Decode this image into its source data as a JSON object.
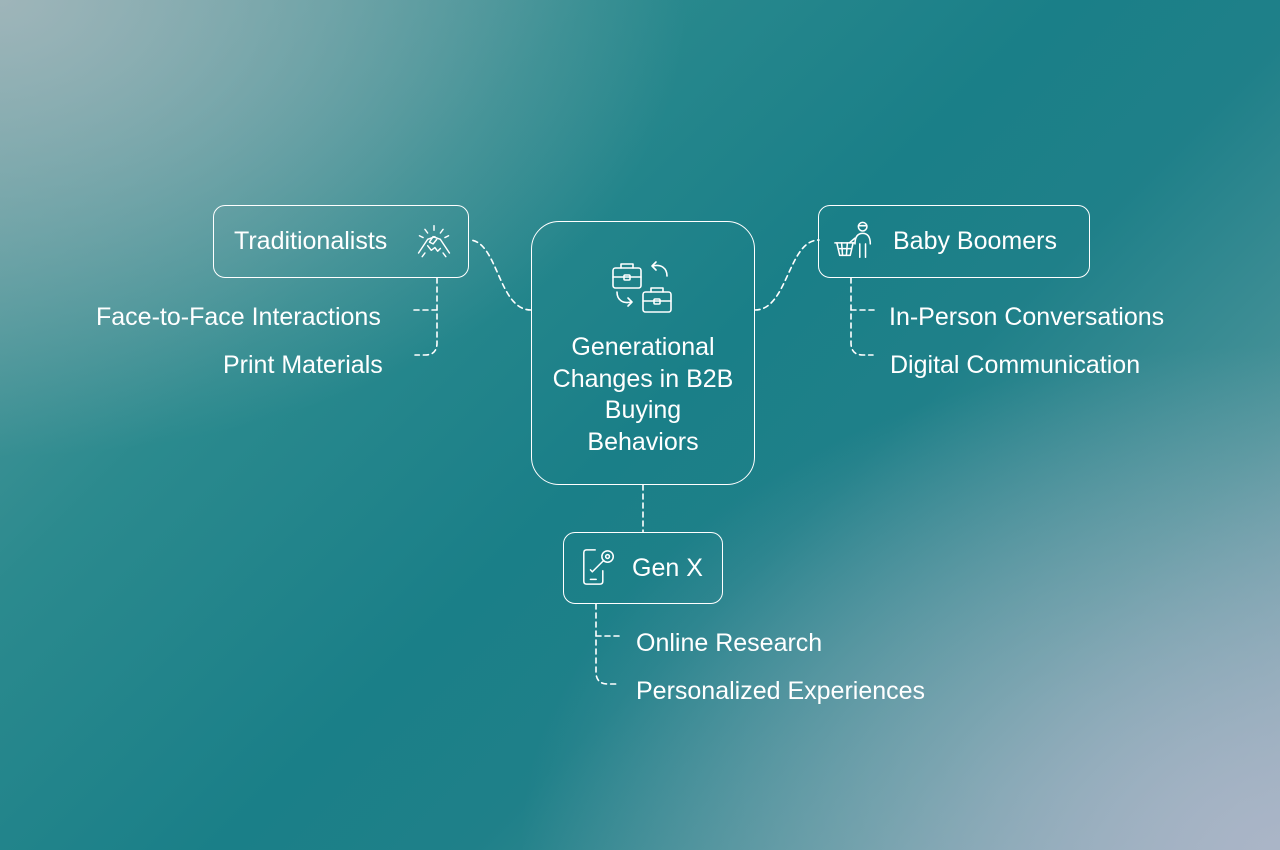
{
  "center": {
    "title": "Generational Changes in B2B Buying Behaviors",
    "icon": "briefcase-exchange-icon"
  },
  "branches": [
    {
      "label": "Traditionalists",
      "icon": "handshake-icon",
      "items": [
        "Face-to-Face Interactions",
        "Print Materials"
      ]
    },
    {
      "label": "Baby Boomers",
      "icon": "shopper-basket-icon",
      "items": [
        "In-Person Conversations",
        "Digital Communication"
      ]
    },
    {
      "label": "Gen X",
      "icon": "mobile-search-icon",
      "items": [
        "Online Research",
        "Personalized Experiences"
      ]
    }
  ]
}
